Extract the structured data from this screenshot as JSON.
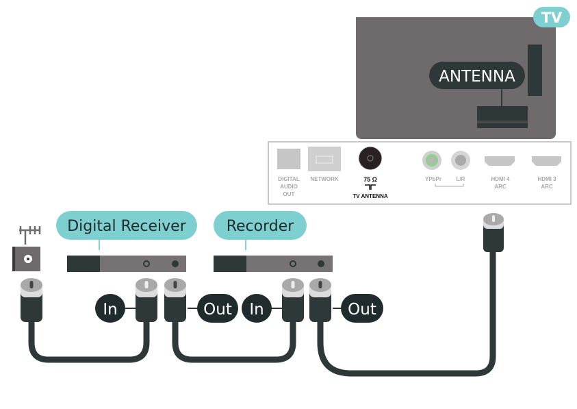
{
  "tv_badge": "TV",
  "tv_antenna_label": "ANTENNA",
  "ports": {
    "digital_audio": [
      "DIGITAL",
      "AUDIO",
      "OUT"
    ],
    "network": "NETWORK",
    "antenna_ohm": "75 Ω",
    "antenna_name": "TV ANTENNA",
    "ypbpr": "YPbPr",
    "lr": "L/R",
    "hdmi4": [
      "HDMI 4",
      "ARC"
    ],
    "hdmi3": [
      "HDMI 3",
      "ARC"
    ]
  },
  "devices": {
    "receiver": "Digital Receiver",
    "recorder": "Recorder"
  },
  "badges": {
    "in1": "In",
    "out1": "Out",
    "in2": "In",
    "out2": "Out"
  },
  "colors": {
    "teal": "#7ecfcf",
    "dark": "#2e3839",
    "tv_gray": "#6f6b6d"
  }
}
